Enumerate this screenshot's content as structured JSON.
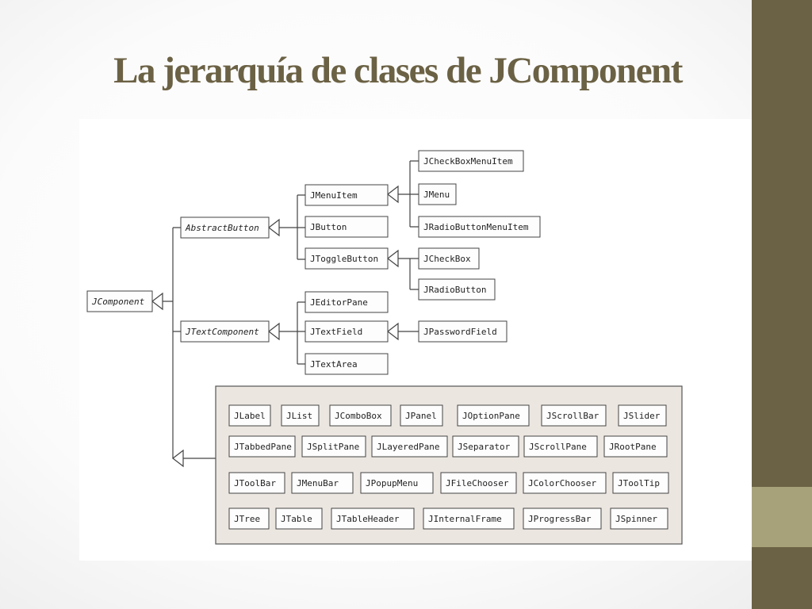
{
  "slide": {
    "title": "La jerarquía de clases de JComponent",
    "colors": {
      "title": "#6b6144",
      "sidebar": "#6b6144",
      "sidebar_accent": "#a8a27a",
      "panel": "#ece6e1"
    }
  },
  "diagram": {
    "root": "JComponent",
    "abstract_button": "AbstractButton",
    "text_component": "JTextComponent",
    "button_children": [
      "JMenuItem",
      "JButton",
      "JToggleButton"
    ],
    "menu_item_children": [
      "JCheckBoxMenuItem",
      "JMenu",
      "JRadioButtonMenuItem"
    ],
    "toggle_children": [
      "JCheckBox",
      "JRadioButton"
    ],
    "text_children": [
      "JEditorPane",
      "JTextField",
      "JTextArea"
    ],
    "text_field_children": [
      "JPasswordField"
    ],
    "other_components": [
      [
        "JLabel",
        "JList",
        "JComboBox",
        "JPanel",
        "JOptionPane",
        "JScrollBar",
        "JSlider"
      ],
      [
        "JTabbedPane",
        "JSplitPane",
        "JLayeredPane",
        "JSeparator",
        "JScrollPane",
        "JRootPane"
      ],
      [
        "JToolBar",
        "JMenuBar",
        "JPopupMenu",
        "JFileChooser",
        "JColorChooser",
        "JToolTip"
      ],
      [
        "JTree",
        "JTable",
        "JTableHeader",
        "JInternalFrame",
        "JProgressBar",
        "JSpinner"
      ]
    ]
  }
}
